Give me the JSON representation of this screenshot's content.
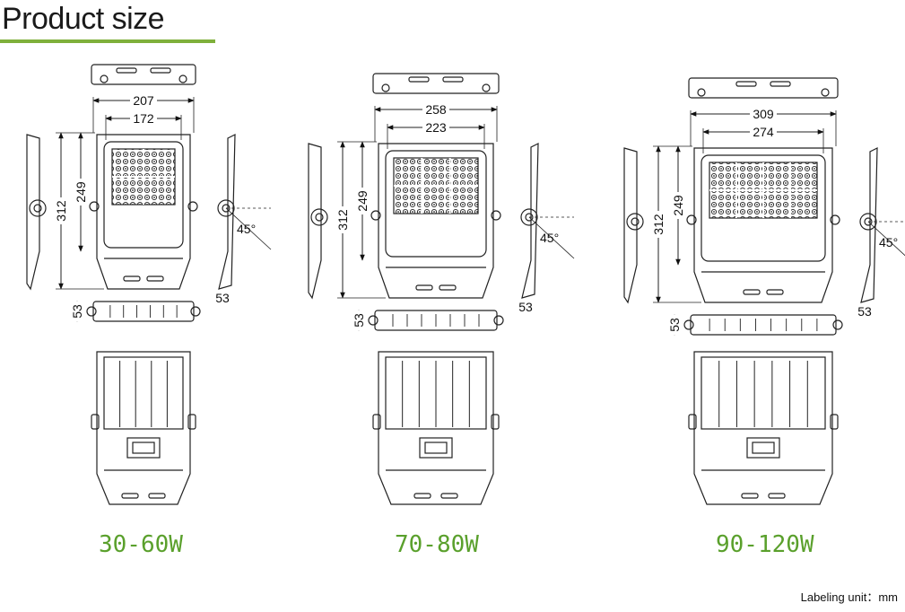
{
  "page_title": "Product size",
  "accent_color": "#7fb03b",
  "label_color": "#5aa02c",
  "models": [
    {
      "power_label": "30-60W",
      "width_outer": "207",
      "width_inner": "172",
      "height_total": "312",
      "height_body": "249",
      "depth_top": "53",
      "depth_side": "53",
      "tilt_angle": "45°"
    },
    {
      "power_label": "70-80W",
      "width_outer": "258",
      "width_inner": "223",
      "height_total": "312",
      "height_body": "249",
      "depth_top": "53",
      "depth_side": "53",
      "tilt_angle": "45°"
    },
    {
      "power_label": "90-120W",
      "width_outer": "309",
      "width_inner": "274",
      "height_total": "312",
      "height_body": "249",
      "depth_top": "53",
      "depth_side": "53",
      "tilt_angle": "45°"
    }
  ],
  "unit_note": "Labeling unit：mm"
}
